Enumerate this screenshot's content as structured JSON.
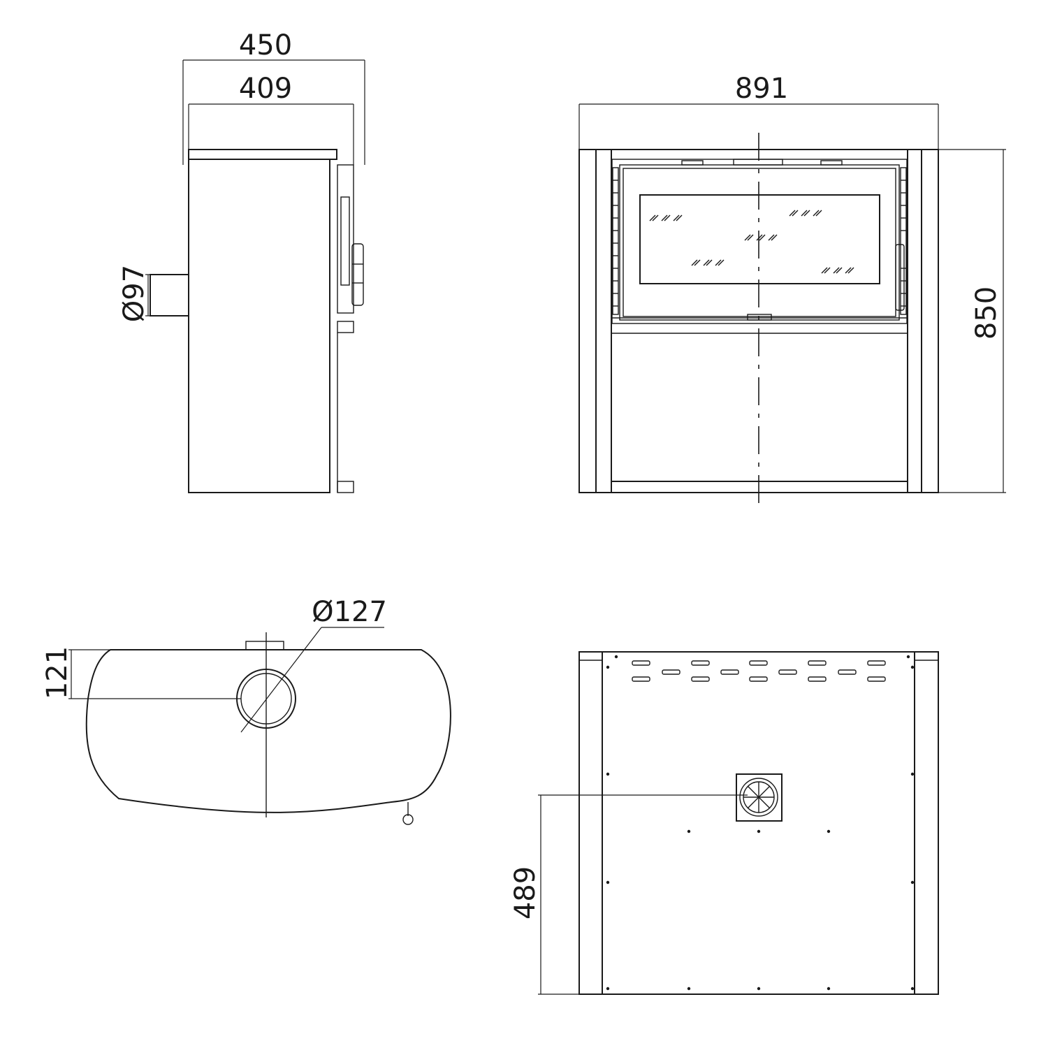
{
  "dimensions": {
    "side_outer_width": "450",
    "side_inner_width": "409",
    "side_flue_diameter": "Ø97",
    "front_width": "891",
    "front_height": "850",
    "top_flue_diameter": "Ø127",
    "top_flue_offset": "121",
    "rear_flue_height": "489"
  }
}
